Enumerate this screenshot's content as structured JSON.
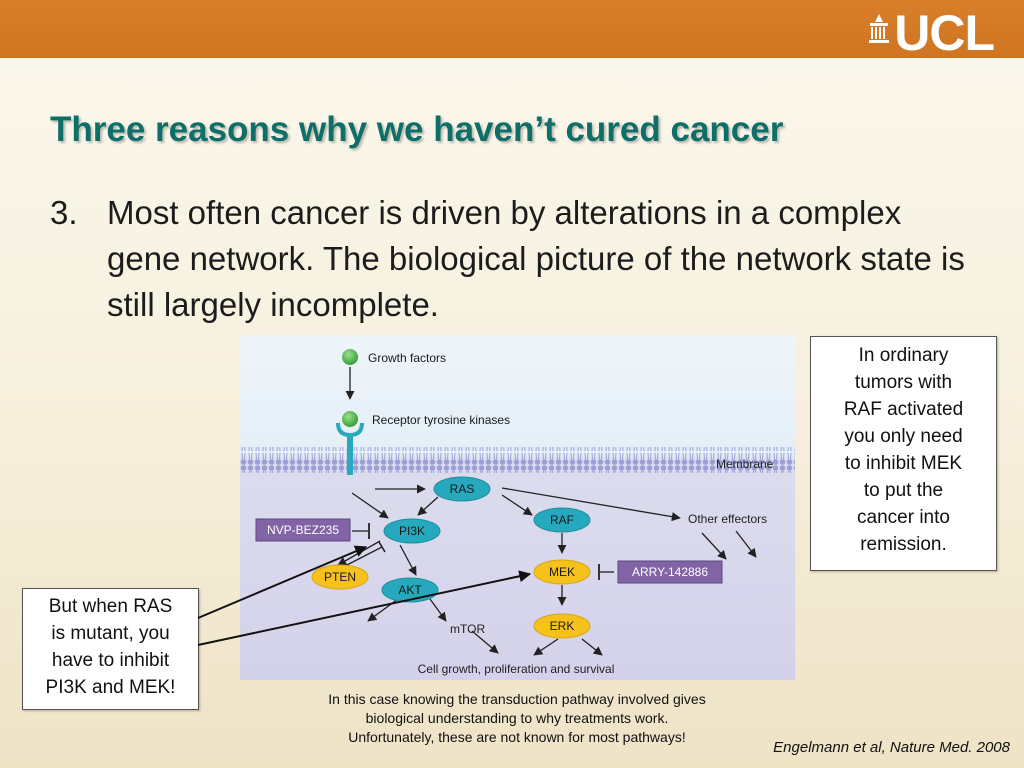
{
  "logo": {
    "text": "UCL"
  },
  "title": "Three reasons why we haven’t cured cancer",
  "point": {
    "number": "3.",
    "text": "Most often cancer is driven by alterations in a complex gene network. The biological picture of the network state is still largely incomplete."
  },
  "figure": {
    "labels": {
      "growth_factors": "Growth factors",
      "receptor": "Receptor tyrosine kinases",
      "membrane": "Membrane",
      "other_effectors": "Other effectors",
      "mtor": "mTOR",
      "outcome": "Cell growth, proliferation and survival"
    },
    "nodes": {
      "ras": "RAS",
      "pi3k": "PI3K",
      "raf": "RAF",
      "pten": "PTEN",
      "akt": "AKT",
      "mek": "MEK",
      "erk": "ERK"
    },
    "drugs": {
      "nvp": "NVP-BEZ235",
      "arry": "ARRY-142886"
    }
  },
  "callouts": {
    "right": [
      "In ordinary",
      "tumors with",
      "RAF activated",
      "you only need",
      "to inhibit MEK",
      "to put the",
      "cancer into",
      "remission."
    ],
    "left": [
      "But when RAS",
      "is mutant, you",
      "have to inhibit",
      "PI3K and MEK!"
    ]
  },
  "caption": [
    "In this case knowing the transduction pathway involved gives",
    "biological understanding to why treatments work.",
    "Unfortunately, these are not known for most pathways!"
  ],
  "citation": "Engelmann et al, Nature Med. 2008",
  "colors": {
    "header": "#d97f2a",
    "title": "#0e6e68",
    "node_teal": "#27a9bd",
    "node_yellow": "#f5c21d",
    "drug_purple": "#8264a6",
    "ligand_green": "#52b849"
  }
}
